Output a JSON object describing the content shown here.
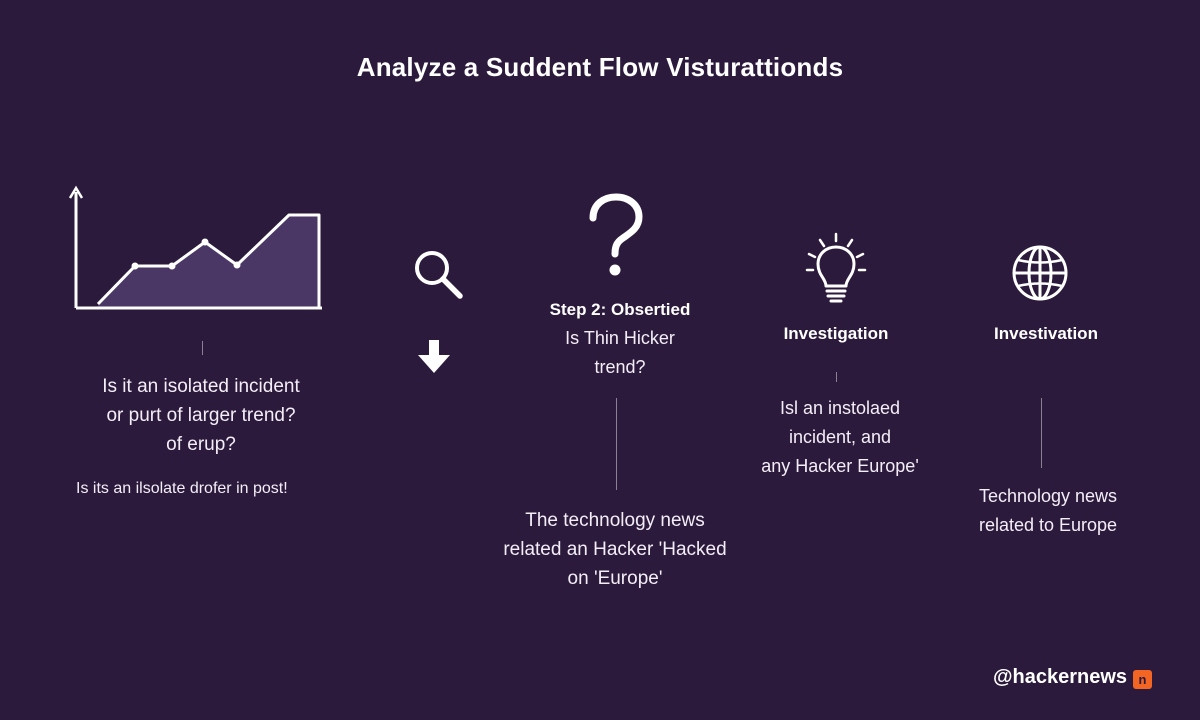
{
  "title": "Analyze a Suddent Flow Visturattionds",
  "col1": {
    "para_lines": [
      "Is it an isolated incident",
      "or purt of larger trend?",
      "of erup?"
    ],
    "note": "Is its an ilsolate drofer in post!"
  },
  "col3": {
    "step_label": "Step 2: Obsertied",
    "question_lines": [
      "Is Thin Hicker",
      "trend?"
    ],
    "bottom_lines": [
      "The technology news",
      "related an Hacker 'Hacked",
      "on 'Europe'"
    ]
  },
  "col4": {
    "label": "Investigation",
    "text_lines": [
      "Isl an instolaed",
      "incident, and",
      "any Hacker Europe'"
    ]
  },
  "col5": {
    "label": "Investivation",
    "text_lines": [
      "Technology news",
      "related to Europe"
    ]
  },
  "footer": {
    "handle": "@hackernews",
    "badge": "n"
  },
  "icons": [
    "line-chart-icon",
    "magnifier-icon",
    "arrow-down-icon",
    "question-mark-icon",
    "lightbulb-icon",
    "globe-icon"
  ],
  "colors": {
    "background": "#2c1a3d",
    "chart_fill": "#4a3766",
    "text": "#ffffff",
    "badge": "#f26522"
  }
}
